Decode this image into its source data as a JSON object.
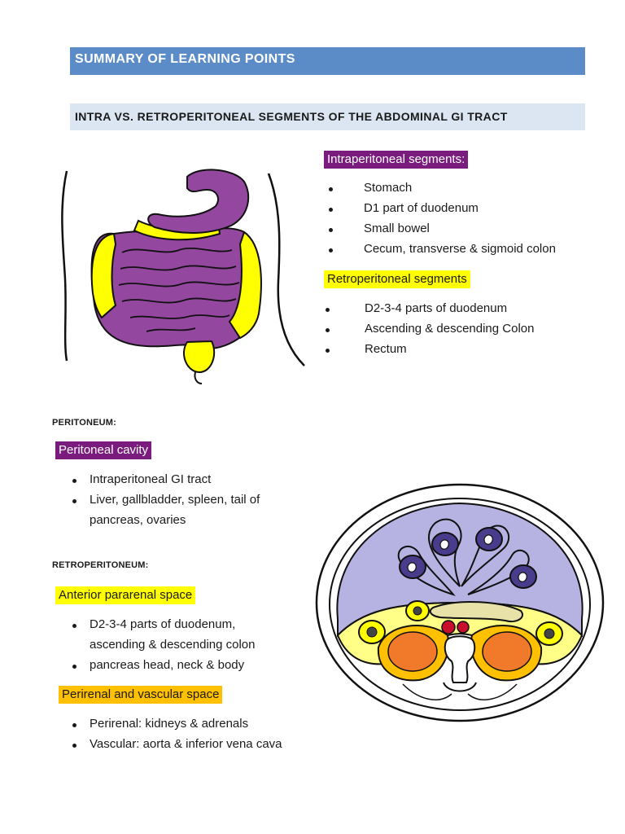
{
  "header": {
    "title": "SUMMARY OF LEARNING POINTS",
    "subtitle": "INTRA VS. RETROPERITONEAL SEGMENTS OF THE ABDOMINAL GI TRACT"
  },
  "intra": {
    "label": "Intraperitoneal  segments:",
    "items": [
      "Stomach",
      "D1 part of duodenum",
      "Small bowel",
      "Cecum, transverse & sigmoid colon"
    ]
  },
  "retro_segments": {
    "label": "Retroperitoneal segments",
    "items": [
      "D2-3-4 parts of duodenum",
      "Ascending & descending Colon",
      "Rectum"
    ]
  },
  "peritoneum": {
    "heading": "PERITONEUM:",
    "cavity_label": "Peritoneal cavity",
    "items": [
      "Intraperitoneal GI tract",
      "Liver, gallbladder, spleen, tail of",
      "pancreas, ovaries"
    ]
  },
  "retroperitoneum": {
    "heading": "RETROPERITONEUM:",
    "anterior_label": "Anterior pararenal space",
    "anterior_items": [
      "D2-3-4 parts of duodenum,",
      "ascending & descending colon",
      "pancreas head, neck & body"
    ],
    "perirenal_label": "Perirenal and vascular space",
    "perirenal_items": [
      "Perirenal: kidneys & adrenals",
      "Vascular:  aorta & inferior vena cava"
    ]
  },
  "colors": {
    "banner": "#5b8cc8",
    "subbanner": "#dce6f2",
    "intraperitoneal": "#93479f",
    "retroperitoneal": "#ffff00",
    "perirenal": "#ffc000",
    "cavity": "#b6b3e3"
  }
}
